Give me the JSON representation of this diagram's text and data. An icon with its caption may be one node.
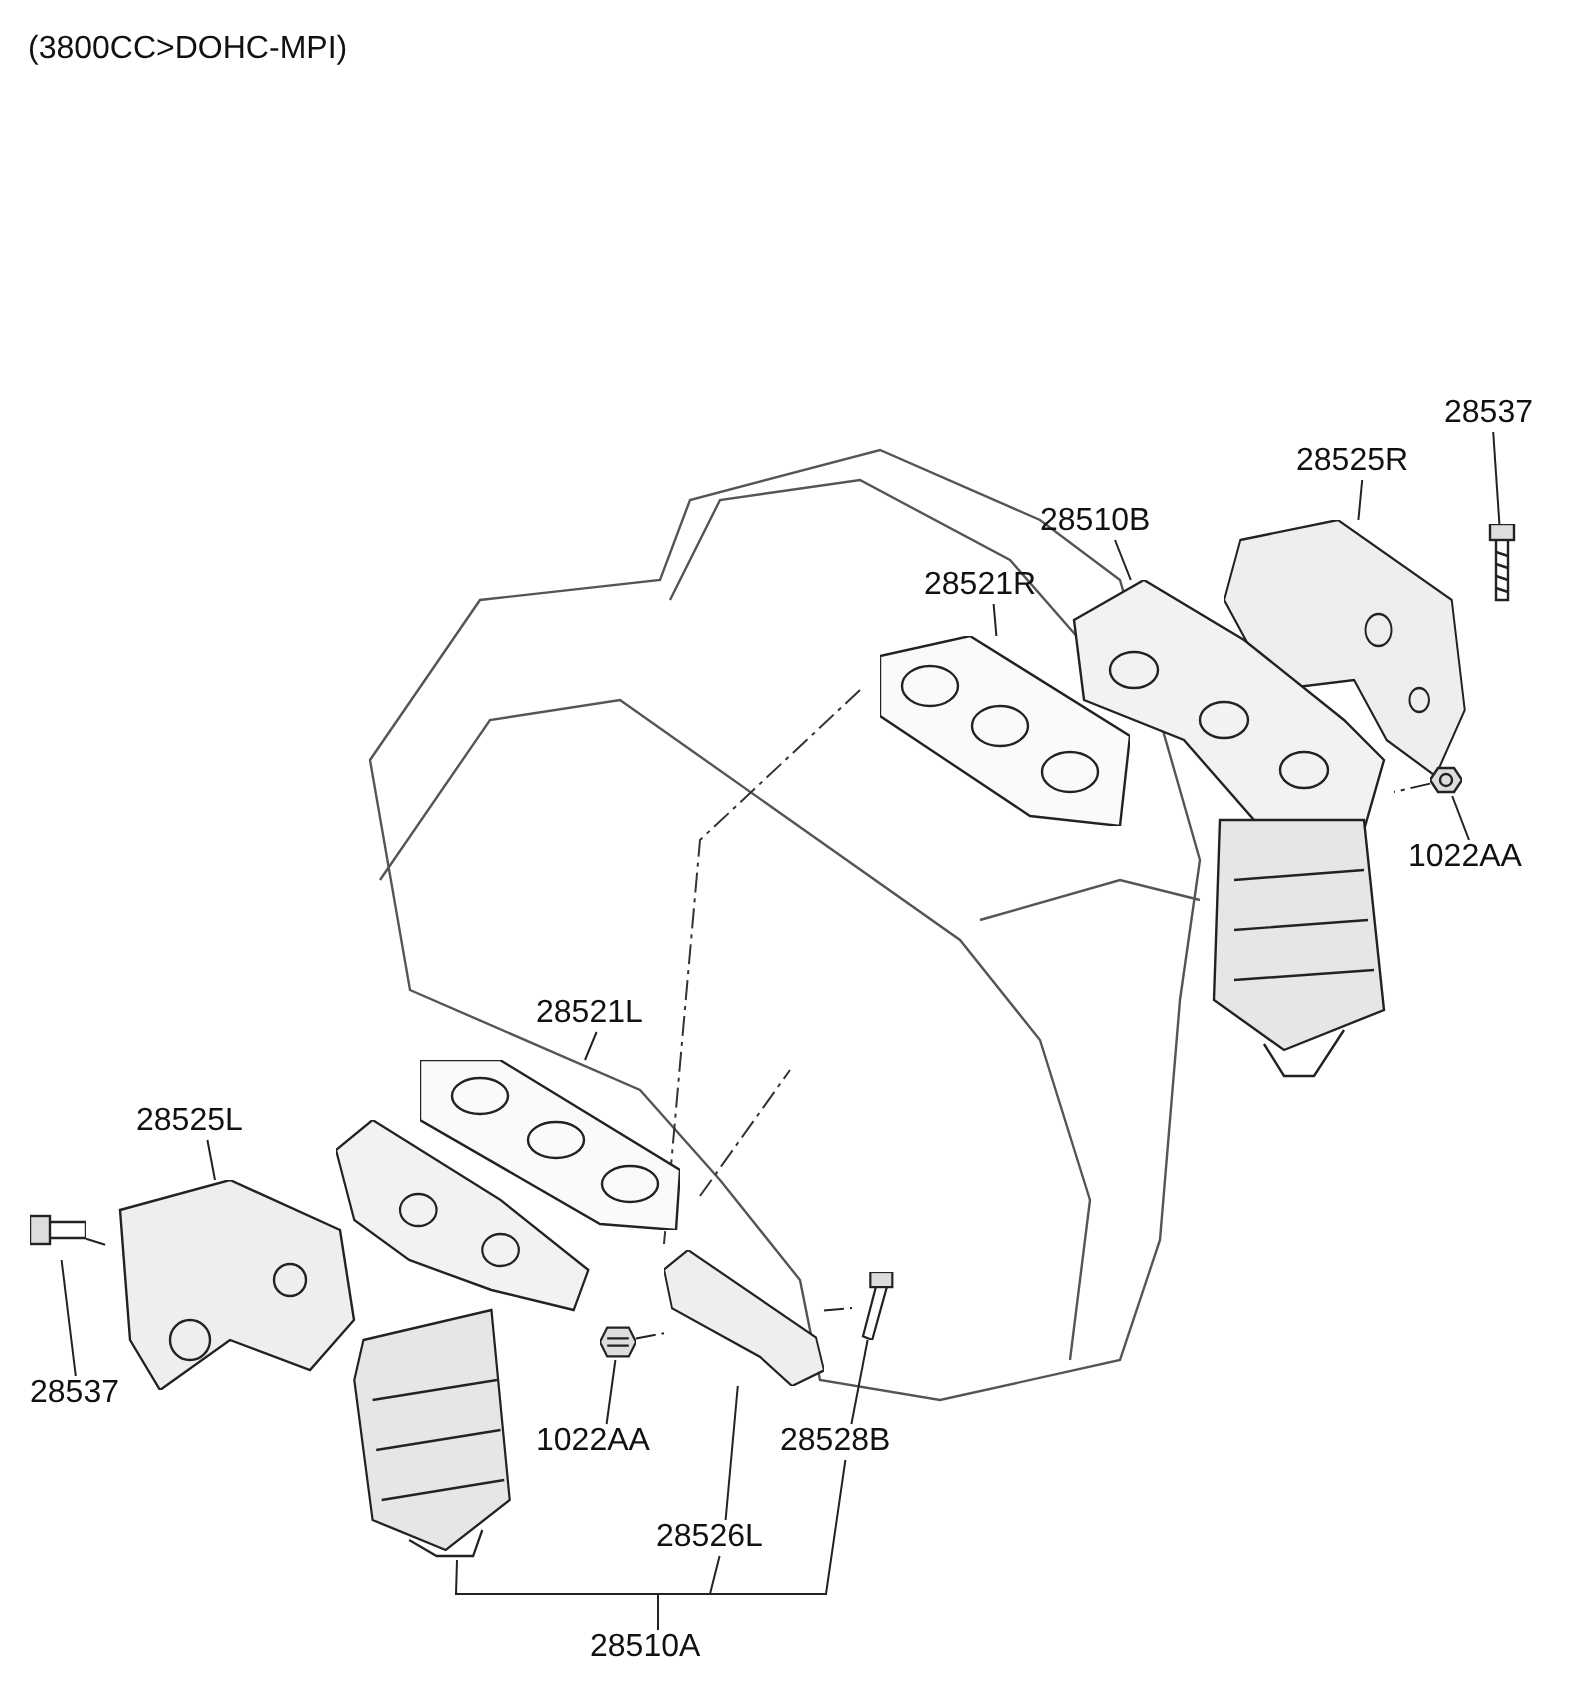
{
  "diagram": {
    "title": "(3800CC>DOHC-MPI)",
    "nodes": [
      {
        "text": [
          "28537"
        ]
      },
      {
        "text": [],
        "shape": "picture"
      },
      {
        "text": [
          "28525R"
        ]
      },
      {
        "text": [],
        "shape": "picture"
      },
      {
        "text": [
          "28510B"
        ]
      },
      {
        "text": [],
        "shape": "picture"
      },
      {
        "text": [
          "28521R"
        ]
      },
      {
        "text": [],
        "shape": "picture"
      },
      {
        "text": [
          "1022AA"
        ]
      },
      {
        "text": [],
        "shape": "picture"
      },
      {
        "text": [
          "28521L"
        ]
      },
      {
        "text": [],
        "shape": "picture"
      },
      {
        "text": [
          "28525L"
        ]
      },
      {
        "text": [],
        "shape": "picture"
      },
      {
        "text": [
          "28537"
        ]
      },
      {
        "text": [],
        "shape": "picture"
      },
      {
        "text": [
          "1022AA"
        ]
      },
      {
        "text": [],
        "shape": "picture"
      },
      {
        "text": [
          "28528B"
        ]
      },
      {
        "text": [],
        "shape": "picture"
      },
      {
        "text": [
          "28526L"
        ]
      },
      {
        "text": [],
        "shape": "picture"
      },
      {
        "text": [
          "28510A"
        ]
      },
      {
        "text": [],
        "shape": "picture"
      }
    ],
    "edges": [
      {
        "from": 0,
        "to": 1,
        "arrow": "none"
      },
      {
        "from": 2,
        "to": 3,
        "arrow": "none"
      },
      {
        "from": 4,
        "to": 5,
        "arrow": "none"
      },
      {
        "from": 6,
        "to": 7,
        "arrow": "none"
      },
      {
        "from": 8,
        "to": 9,
        "arrow": "none"
      },
      {
        "from": 10,
        "to": 11,
        "arrow": "none"
      },
      {
        "from": 12,
        "to": 13,
        "arrow": "none"
      },
      {
        "from": 14,
        "to": 15,
        "arrow": "none"
      },
      {
        "from": 16,
        "to": 17,
        "arrow": "none"
      },
      {
        "from": 18,
        "to": 19,
        "arrow": "none"
      },
      {
        "from": 20,
        "to": 21,
        "arrow": "none"
      },
      {
        "from": 22,
        "to": 23,
        "arrow": "none"
      },
      {
        "from": 22,
        "to": 20,
        "arrow": "none"
      },
      {
        "from": 22,
        "to": 18,
        "arrow": "none"
      },
      {
        "from": 9,
        "to": 5,
        "arrow": "none",
        "style": "dashed"
      },
      {
        "from": 15,
        "to": 13,
        "arrow": "none",
        "style": "dashed"
      },
      {
        "from": 17,
        "to": 21,
        "arrow": "none",
        "style": "dashed"
      },
      {
        "from": 21,
        "to": 19,
        "arrow": "none",
        "style": "dashed"
      }
    ]
  }
}
